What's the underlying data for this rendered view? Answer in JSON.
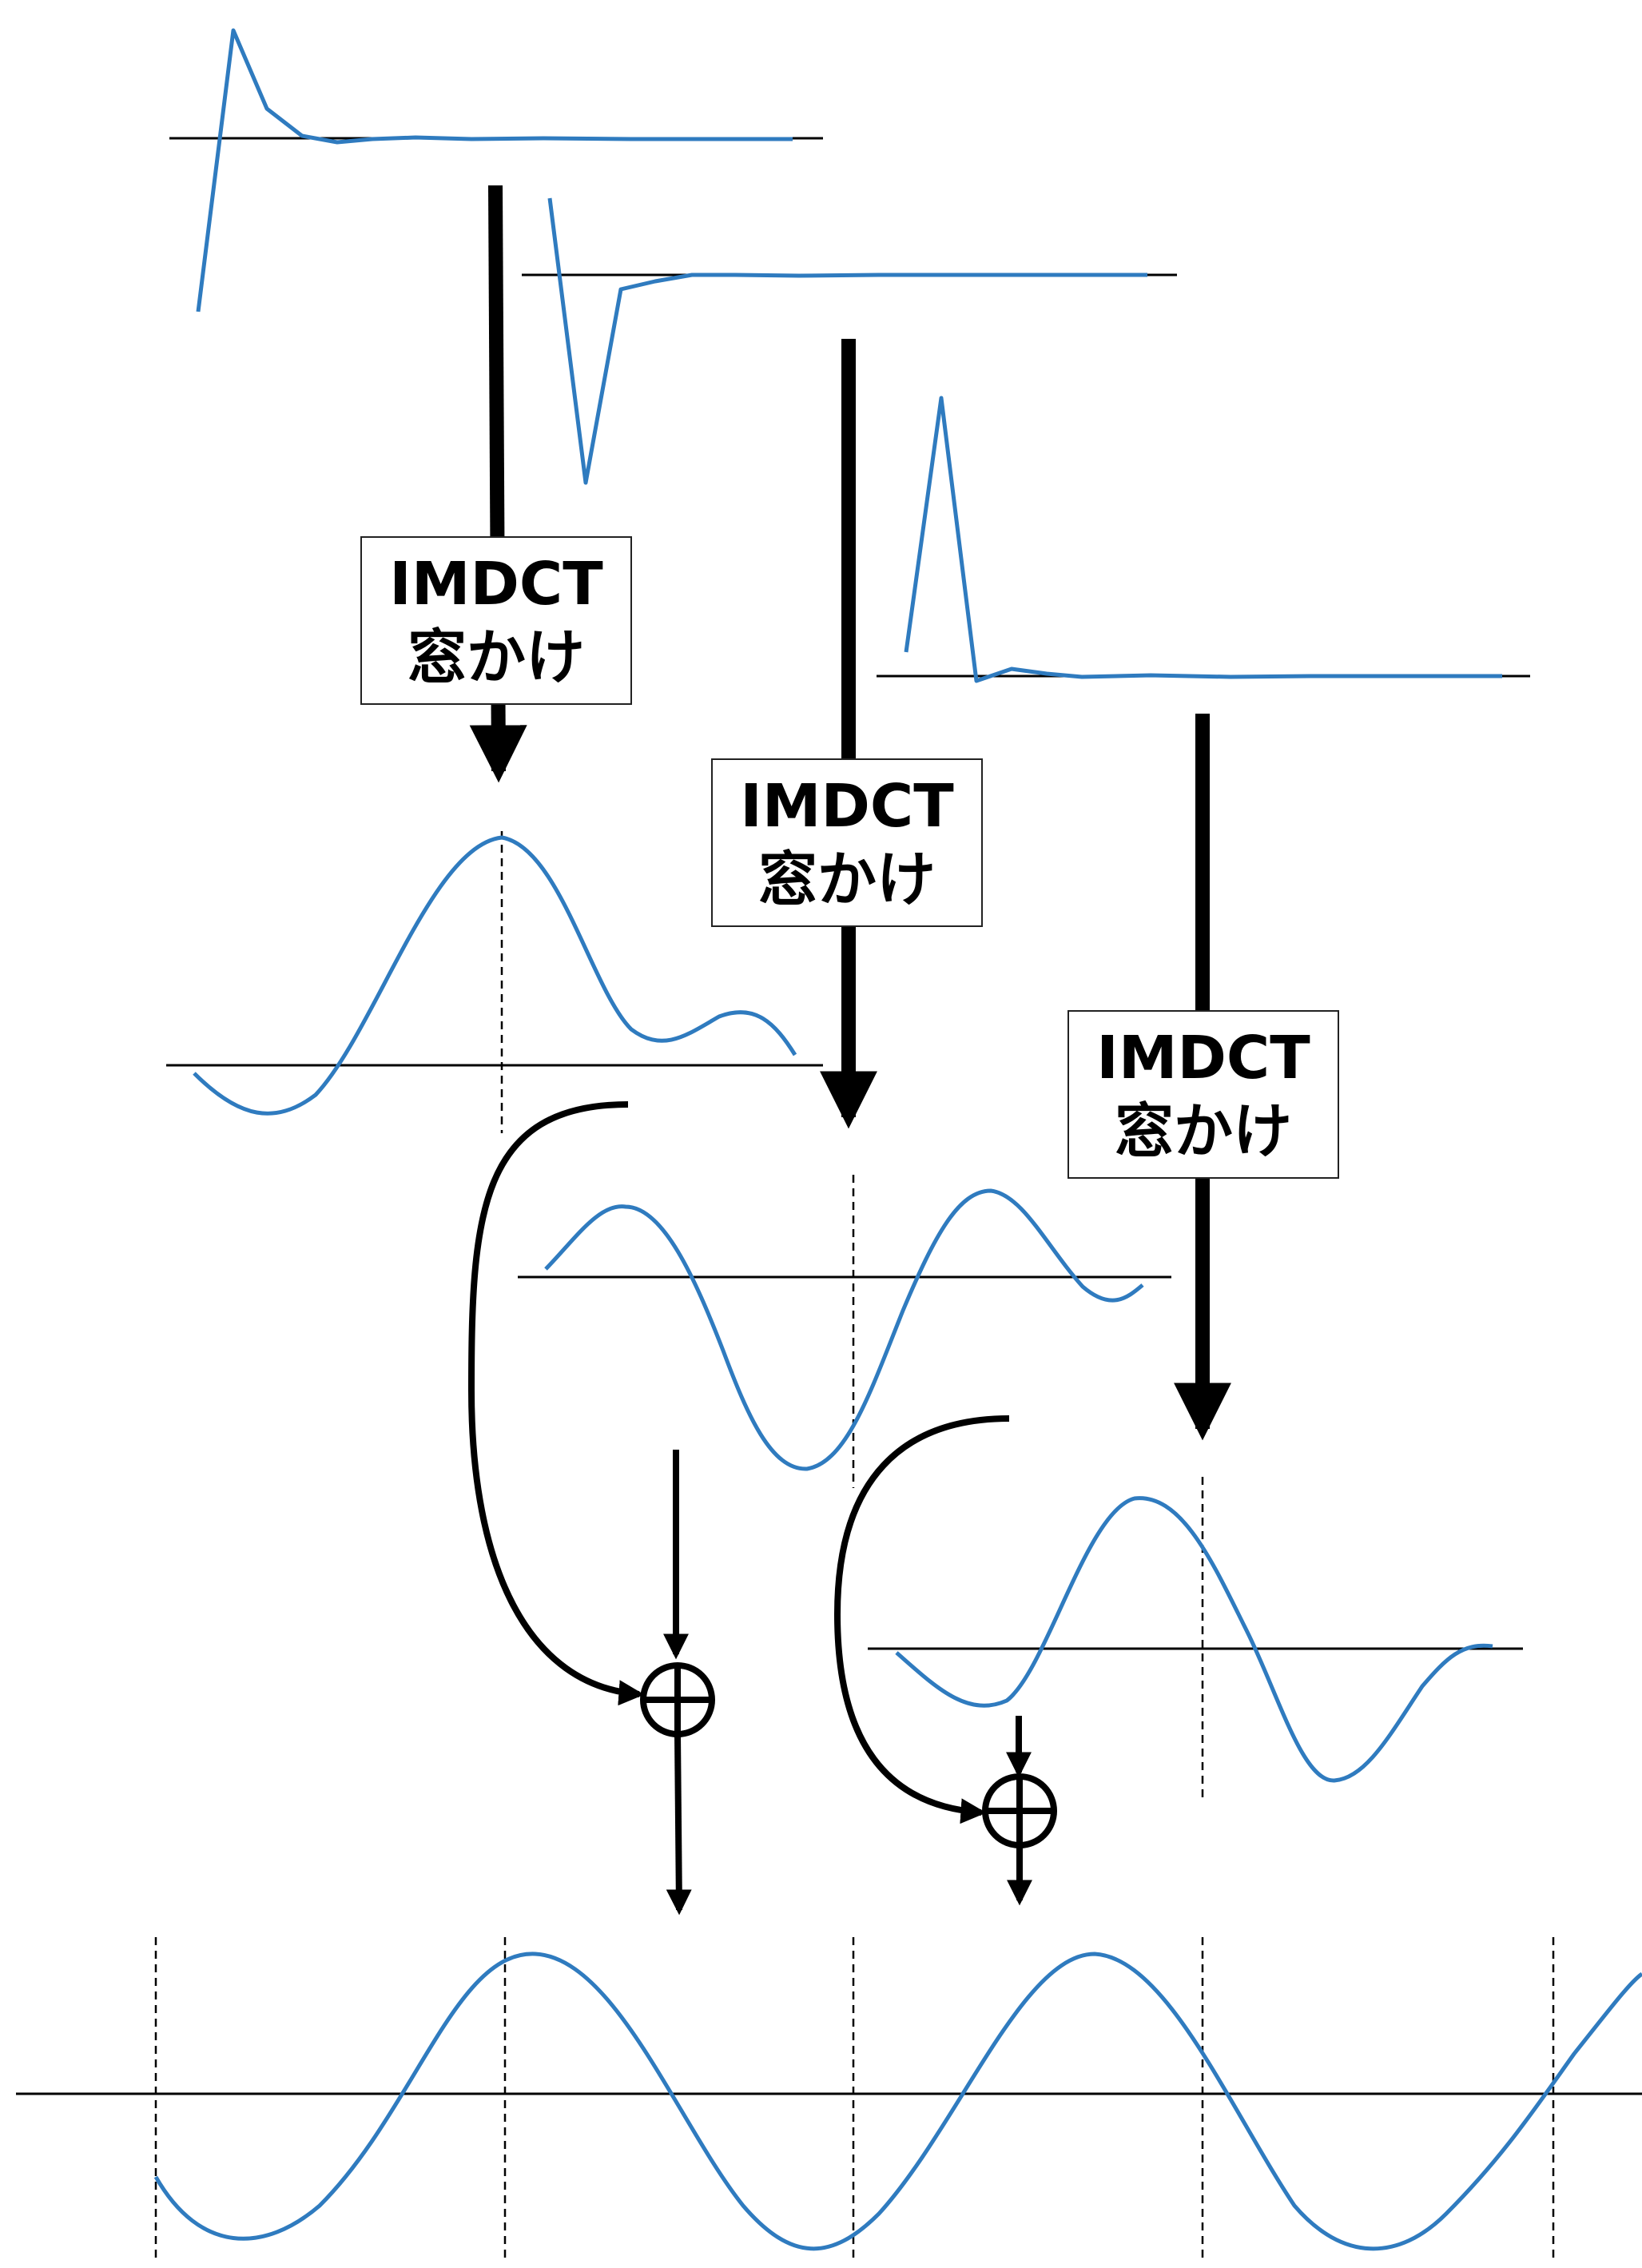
{
  "title": "",
  "colors": {
    "signal": "#2f7bbf",
    "arrow": "#000000",
    "axis": "#000000",
    "guide": "#000000"
  },
  "blocks": [
    {
      "line1": "IMDCT",
      "line2": "窓かけ"
    },
    {
      "line1": "IMDCT",
      "line2": "窓かけ"
    },
    {
      "line1": "IMDCT",
      "line2": "窓かけ"
    }
  ],
  "icons": {
    "adder": "circled-plus-icon",
    "arrow": "arrow-down-icon",
    "curved_arrow": "curved-arrow-icon"
  },
  "signals": {
    "input_spectra": 3,
    "windowed_frames": 3,
    "output": "reconstructed-sine"
  }
}
